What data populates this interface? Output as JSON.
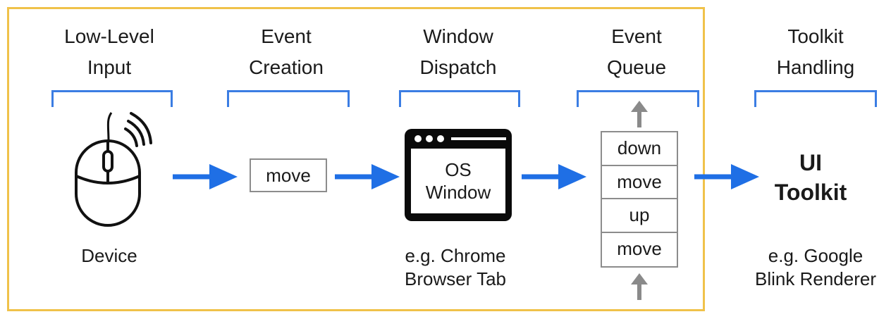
{
  "stages": [
    {
      "title_line1": "Low-Level",
      "title_line2": "Input"
    },
    {
      "title_line1": "Event",
      "title_line2": "Creation"
    },
    {
      "title_line1": "Window",
      "title_line2": "Dispatch"
    },
    {
      "title_line1": "Event",
      "title_line2": "Queue"
    },
    {
      "title_line1": "Toolkit",
      "title_line2": "Handling"
    }
  ],
  "device": {
    "caption": "Device"
  },
  "event": {
    "label": "move"
  },
  "os_window": {
    "line1": "OS",
    "line2": "Window",
    "caption_line1": "e.g. Chrome",
    "caption_line2": "Browser Tab"
  },
  "queue": {
    "items": [
      "down",
      "move",
      "up",
      "move"
    ]
  },
  "toolkit": {
    "line1": "UI",
    "line2": "Toolkit",
    "caption_line1": "e.g. Google",
    "caption_line2": "Blink Renderer"
  },
  "colors": {
    "arrow": "#1f6fe5",
    "bracket": "#3b7de3",
    "frame": "#f0c24a",
    "queue_arrow": "#8a8a8a"
  }
}
